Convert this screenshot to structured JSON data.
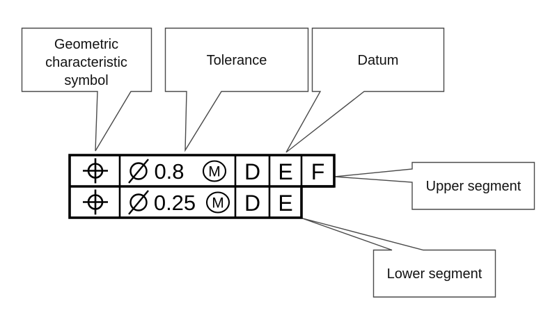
{
  "callouts": {
    "geometric": {
      "lines": [
        "Geometric",
        "characteristic",
        "symbol"
      ]
    },
    "tolerance": {
      "label": "Tolerance"
    },
    "datum": {
      "label": "Datum"
    },
    "upper_segment": {
      "label": "Upper segment"
    },
    "lower_segment": {
      "label": "Lower segment"
    }
  },
  "frame": {
    "rows": [
      {
        "segment": "upper",
        "characteristic_symbol": "position",
        "diameter_symbol": "⌀",
        "tolerance_value": "0.8",
        "material_modifier": "M",
        "datums": [
          "D",
          "E",
          "F"
        ]
      },
      {
        "segment": "lower",
        "characteristic_symbol": "position",
        "diameter_symbol": "⌀",
        "tolerance_value": "0.25",
        "material_modifier": "M",
        "datums": [
          "D",
          "E"
        ]
      }
    ]
  },
  "icons": {
    "position-symbol-icon": "⌖ circle with crosshair (true position)",
    "diameter-icon": "⌀ slashed circle",
    "material-condition-icon": "Ⓜ circled M (maximum material condition)"
  },
  "colors": {
    "background": "#ffffff",
    "frame_line": "#000000",
    "callout_border": "#4a4a4a",
    "text": "#111111"
  }
}
